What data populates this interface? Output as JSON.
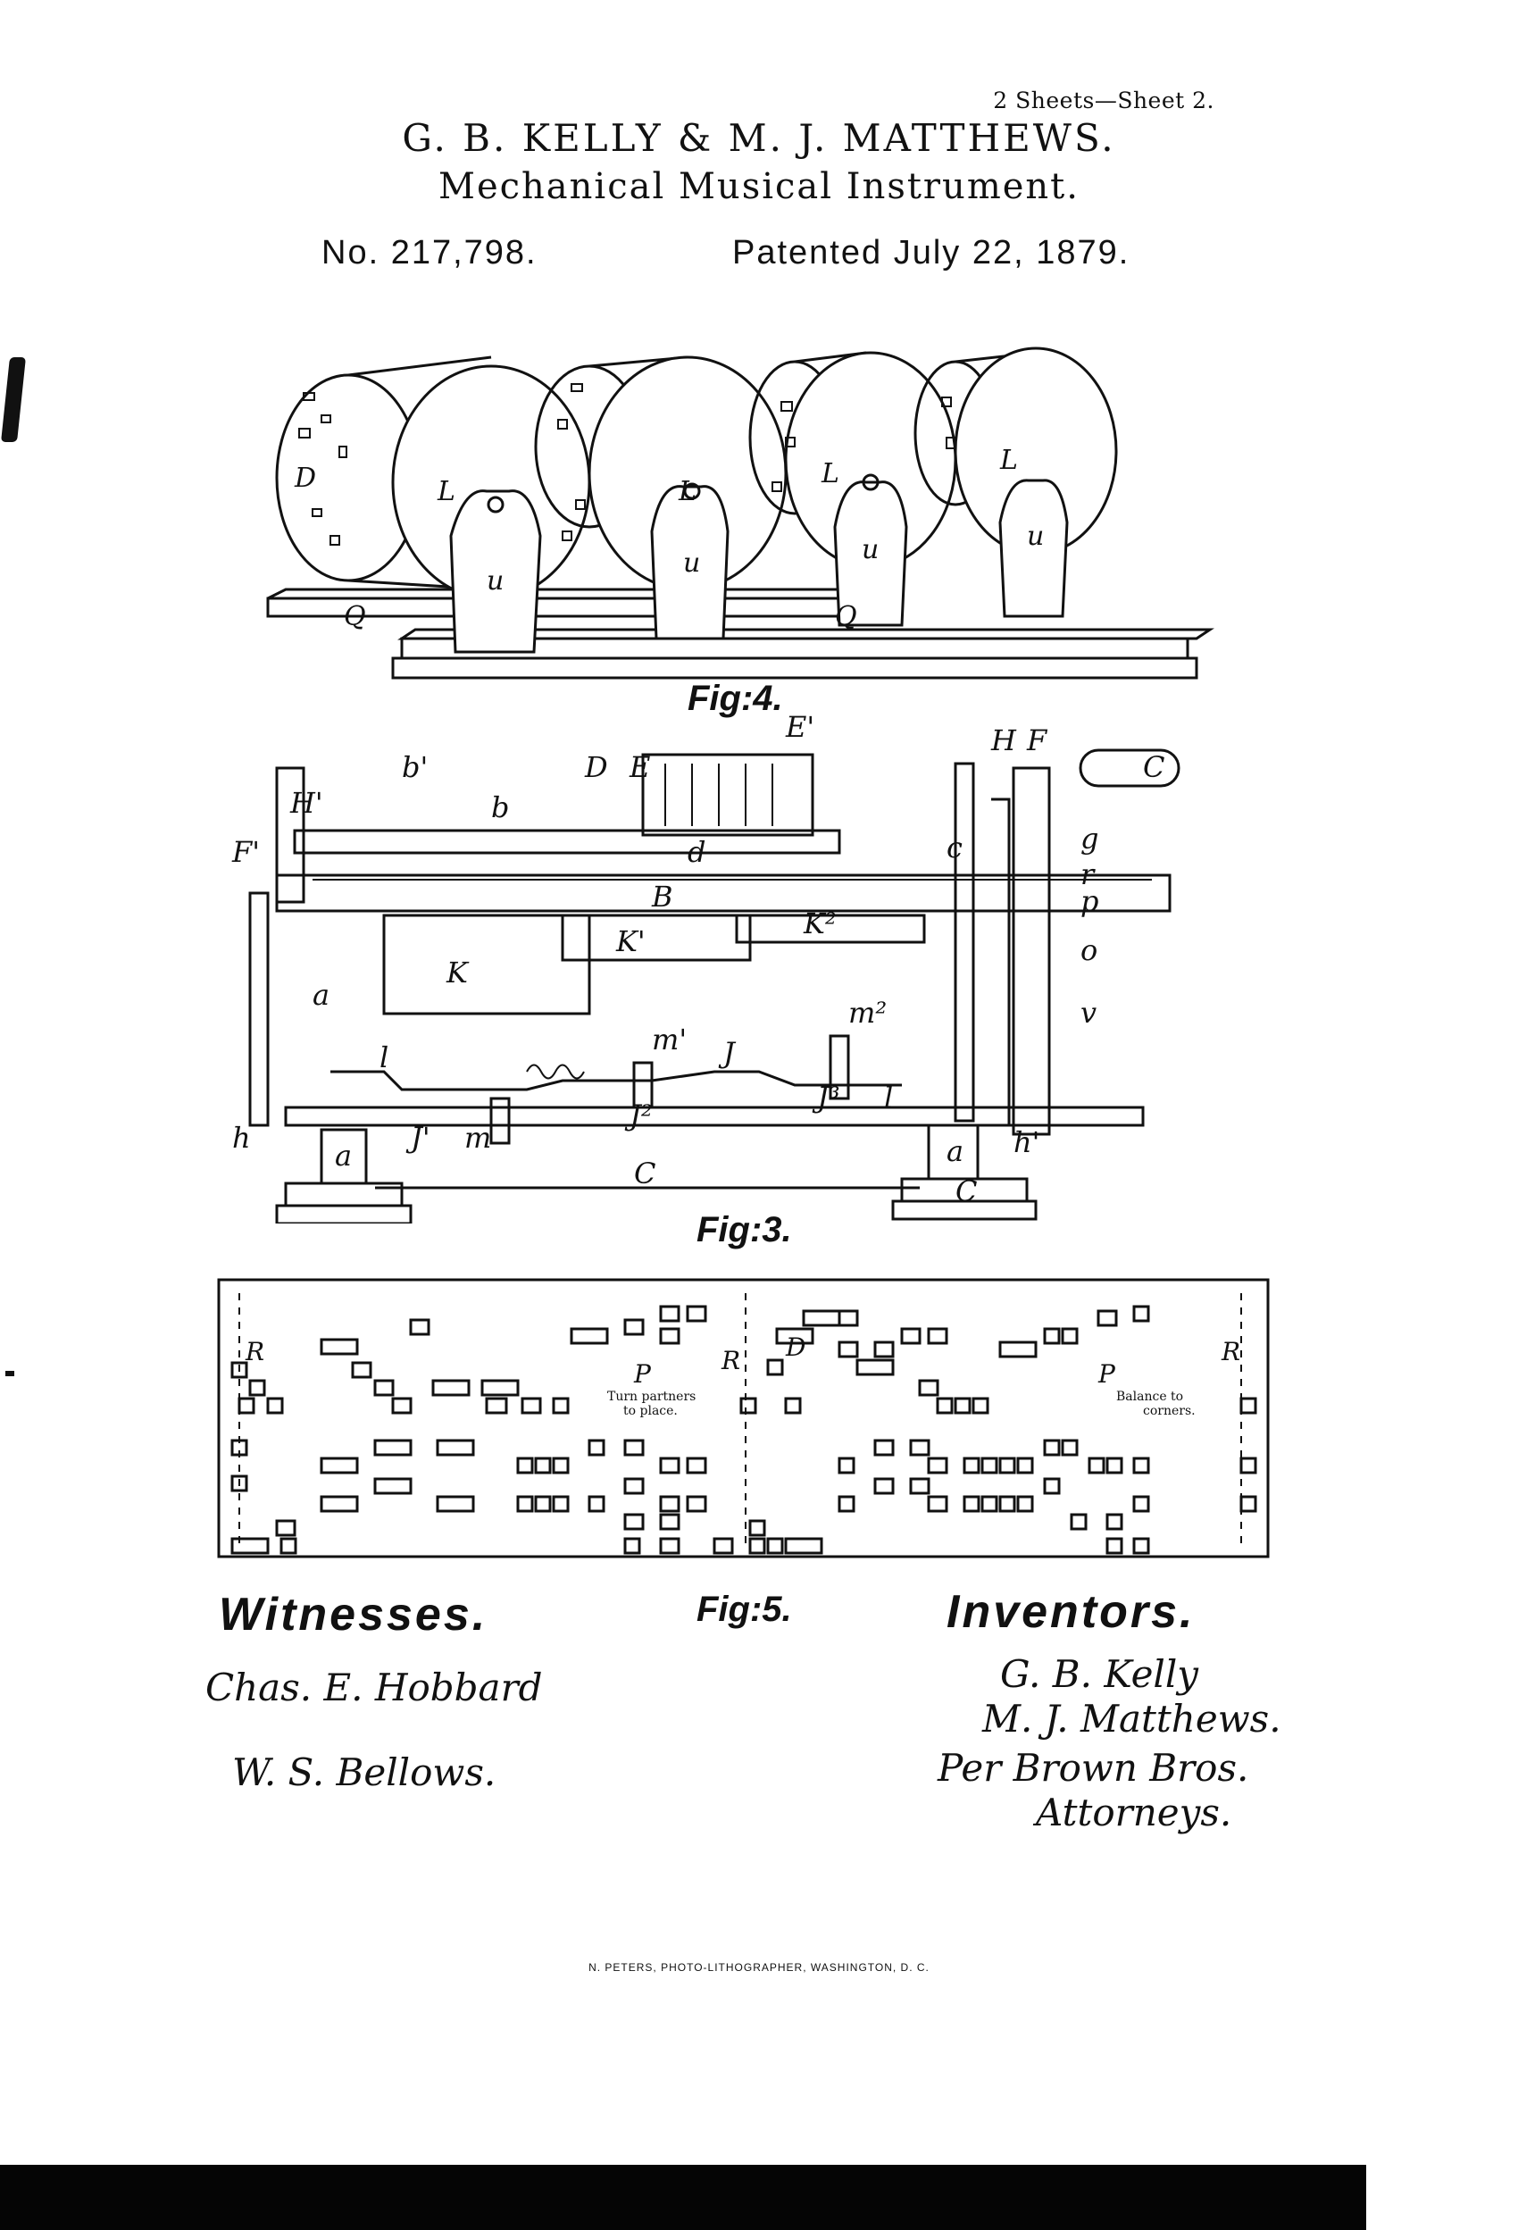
{
  "header": {
    "sheet_label": "2 Sheets—Sheet 2.",
    "inventors_names": "G. B. KELLY & M. J. MATTHEWS.",
    "title": "Mechanical Musical Instrument.",
    "patent_number": "No. 217,798.",
    "patent_date": "Patented July 22, 1879."
  },
  "figures": {
    "fig4_label": "Fig:4.",
    "fig3_label": "Fig:3.",
    "fig5_label": "Fig:5.",
    "fig4_letters": {
      "drum": "D",
      "loop": "L",
      "upright": "u",
      "base": "Q"
    },
    "fig3_letters": [
      "b'",
      "D",
      "E",
      "E'",
      "H",
      "F",
      "C",
      "H'",
      "F'",
      "b",
      "a",
      "d",
      "B",
      "c",
      "g",
      "r",
      "p",
      "K",
      "K'",
      "K²",
      "o",
      "m'",
      "J",
      "m²",
      "v",
      "l",
      "J'",
      "m",
      "J²",
      "J³",
      "l",
      "h'",
      "h",
      "a",
      "a",
      "C",
      "C"
    ],
    "fig5_letters": {
      "R": "R",
      "P": "P",
      "D": "D"
    },
    "fig5_notes": {
      "left": [
        "Turn partners",
        "to place."
      ],
      "right": [
        "Balance to",
        "corners."
      ]
    }
  },
  "footer": {
    "witnesses_label": "Witnesses.",
    "inventors_label": "Inventors.",
    "witness_signatures": [
      "Chas. E. Hobbard",
      "W. S. Bellows."
    ],
    "inventor_signatures": [
      "G. B. Kelly",
      "M. J. Matthews.",
      "Per Brown Bros.",
      "Attorneys."
    ],
    "lithographer": "N. PETERS, PHOTO-LITHOGRAPHER, WASHINGTON, D. C."
  }
}
